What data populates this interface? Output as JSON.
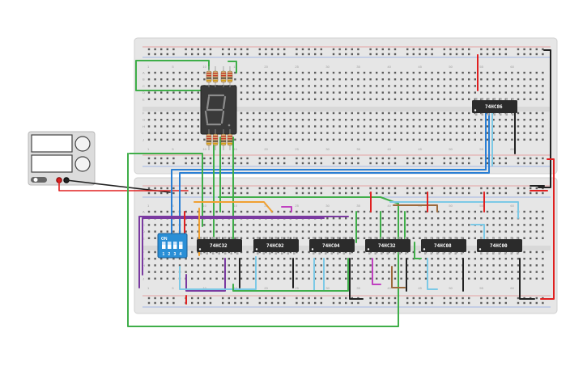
{
  "chips": [
    {
      "id": "top-u1",
      "label": "74HC86"
    },
    {
      "id": "u1",
      "label": "74HC32"
    },
    {
      "id": "u2",
      "label": "74HC02"
    },
    {
      "id": "u3",
      "label": "74HC04"
    },
    {
      "id": "u4",
      "label": "74HC32"
    },
    {
      "id": "u5",
      "label": "74HC08"
    },
    {
      "id": "u6",
      "label": "74HC00"
    }
  ],
  "dip_switch": {
    "on_label": "ON",
    "switch_labels": [
      "1",
      "2",
      "3",
      "4"
    ]
  },
  "seven_segment": {
    "digit": "8"
  },
  "row_letters": [
    "A",
    "B",
    "C",
    "D",
    "E",
    "F",
    "G",
    "H",
    "I",
    "J"
  ],
  "column_numbers": [
    "1",
    "5",
    "10",
    "15",
    "20",
    "25",
    "30",
    "35",
    "40",
    "45",
    "50",
    "55",
    "60"
  ],
  "rail_signs": {
    "minus": "−",
    "plus": "+"
  },
  "power_supply": {
    "knob_labels": [
      "",
      "",
      ""
    ],
    "port_labels": [
      "",
      "",
      ""
    ]
  },
  "colors": {
    "breadboard": "#e7e7e7",
    "chip": "#2b2b2b",
    "wire_green": "#3fae49",
    "wire_blue": "#2a7fd4",
    "wire_purple": "#7a3aa0",
    "wire_red": "#e02020",
    "wire_black": "#222222",
    "wire_orange": "#f0a030",
    "wire_lightblue": "#7cc9e6",
    "wire_brown": "#9c6a3c",
    "wire_magenta": "#c040c0",
    "dip_blue": "#2a8fd6"
  }
}
